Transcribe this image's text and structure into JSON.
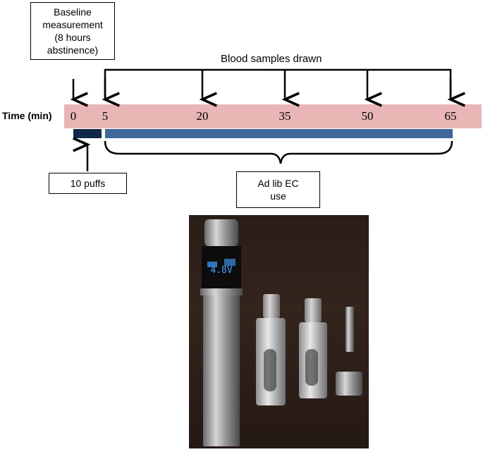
{
  "baseline_box": {
    "lines": [
      "Baseline",
      "measurement",
      "(8 hours",
      "abstinence)"
    ]
  },
  "blood_samples": {
    "title": "Blood samples drawn"
  },
  "time_axis": {
    "label": "Time (min)",
    "ticks": [
      "0",
      "5",
      "20",
      "35",
      "50",
      "65"
    ]
  },
  "puffs_box": {
    "label": "10 puffs"
  },
  "adlib_box": {
    "lines": [
      "Ad lib EC",
      "use"
    ]
  },
  "device_display": {
    "voltage": "4.8V"
  },
  "colors": {
    "time_band": "#e9b5b5",
    "puff_bar": "#0e2847",
    "ec_bar": "#3e6899"
  }
}
